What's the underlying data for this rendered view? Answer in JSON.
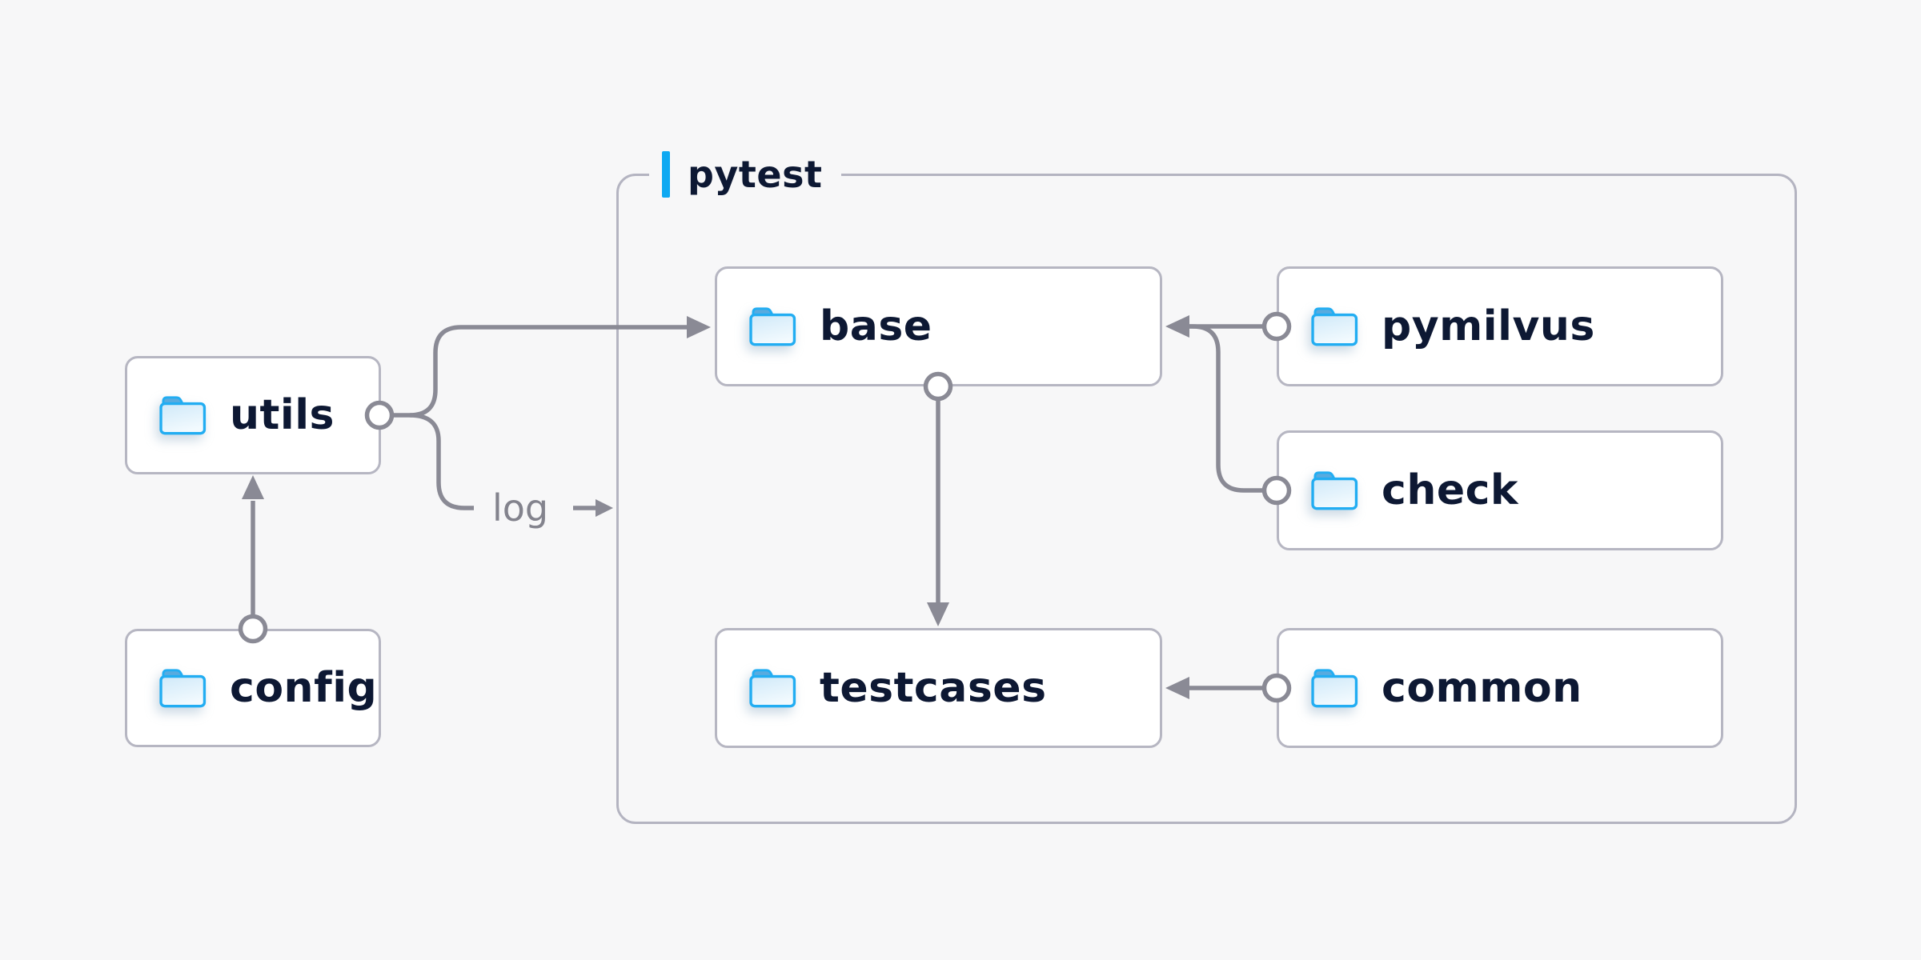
{
  "diagram": {
    "title_group": {
      "label": "pytest"
    },
    "nodes": [
      {
        "id": "utils",
        "label": "utils",
        "inside_group": false
      },
      {
        "id": "config",
        "label": "config",
        "inside_group": false
      },
      {
        "id": "base",
        "label": "base",
        "inside_group": true
      },
      {
        "id": "pymilvus",
        "label": "pymilvus",
        "inside_group": true
      },
      {
        "id": "check",
        "label": "check",
        "inside_group": true
      },
      {
        "id": "testcases",
        "label": "testcases",
        "inside_group": true
      },
      {
        "id": "common",
        "label": "common",
        "inside_group": true
      }
    ],
    "log_label": "log",
    "edges": [
      {
        "from": "config",
        "to": "utils"
      },
      {
        "from": "utils",
        "to": "base"
      },
      {
        "from": "utils",
        "to": "pytest-group",
        "label": "log"
      },
      {
        "from": "pymilvus",
        "to": "base"
      },
      {
        "from": "check",
        "to": "base"
      },
      {
        "from": "base",
        "to": "testcases"
      },
      {
        "from": "common",
        "to": "testcases"
      }
    ],
    "colors": {
      "background": "#f7f7f8",
      "accent_blue": "#0ea9f2",
      "folder_stroke_blue": "#22adf2",
      "folder_tab_blue": "#58abdf",
      "node_text": "#0d1833",
      "line_gray": "#8a8a95",
      "border_gray": "#b6b6c2"
    }
  }
}
